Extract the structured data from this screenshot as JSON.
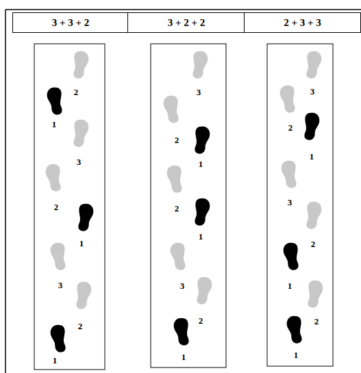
{
  "diagram": {
    "nodes": [
      {
        "text": [
          "3 + 3 + 2"
        ]
      },
      {
        "text": [
          "3 + 2 + 2"
        ]
      },
      {
        "text": [
          "2 + 3 + 3"
        ]
      }
    ],
    "labels": [
      "2",
      "1",
      "3",
      "2",
      "1",
      "3",
      "2",
      "1",
      "3",
      "2",
      "1",
      "2",
      "1",
      "3",
      "2",
      "1",
      "3",
      "2",
      "1",
      "3",
      "2",
      "1",
      "2",
      "1"
    ]
  }
}
